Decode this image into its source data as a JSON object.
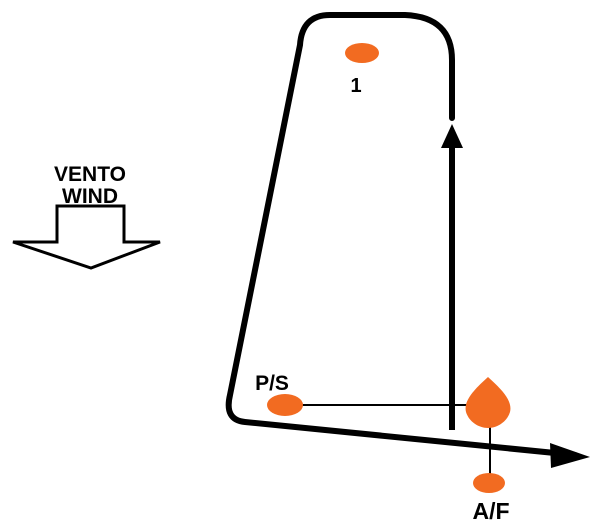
{
  "wind": {
    "label_line1": "VENTO",
    "label_line2": "WIND"
  },
  "marks": {
    "mark_1": "1",
    "pin_start": "P/S",
    "arrival_finish": "A/F"
  },
  "colors": {
    "buoy": "#F26B21",
    "course_line": "#000000",
    "background": "#FFFFFF"
  }
}
